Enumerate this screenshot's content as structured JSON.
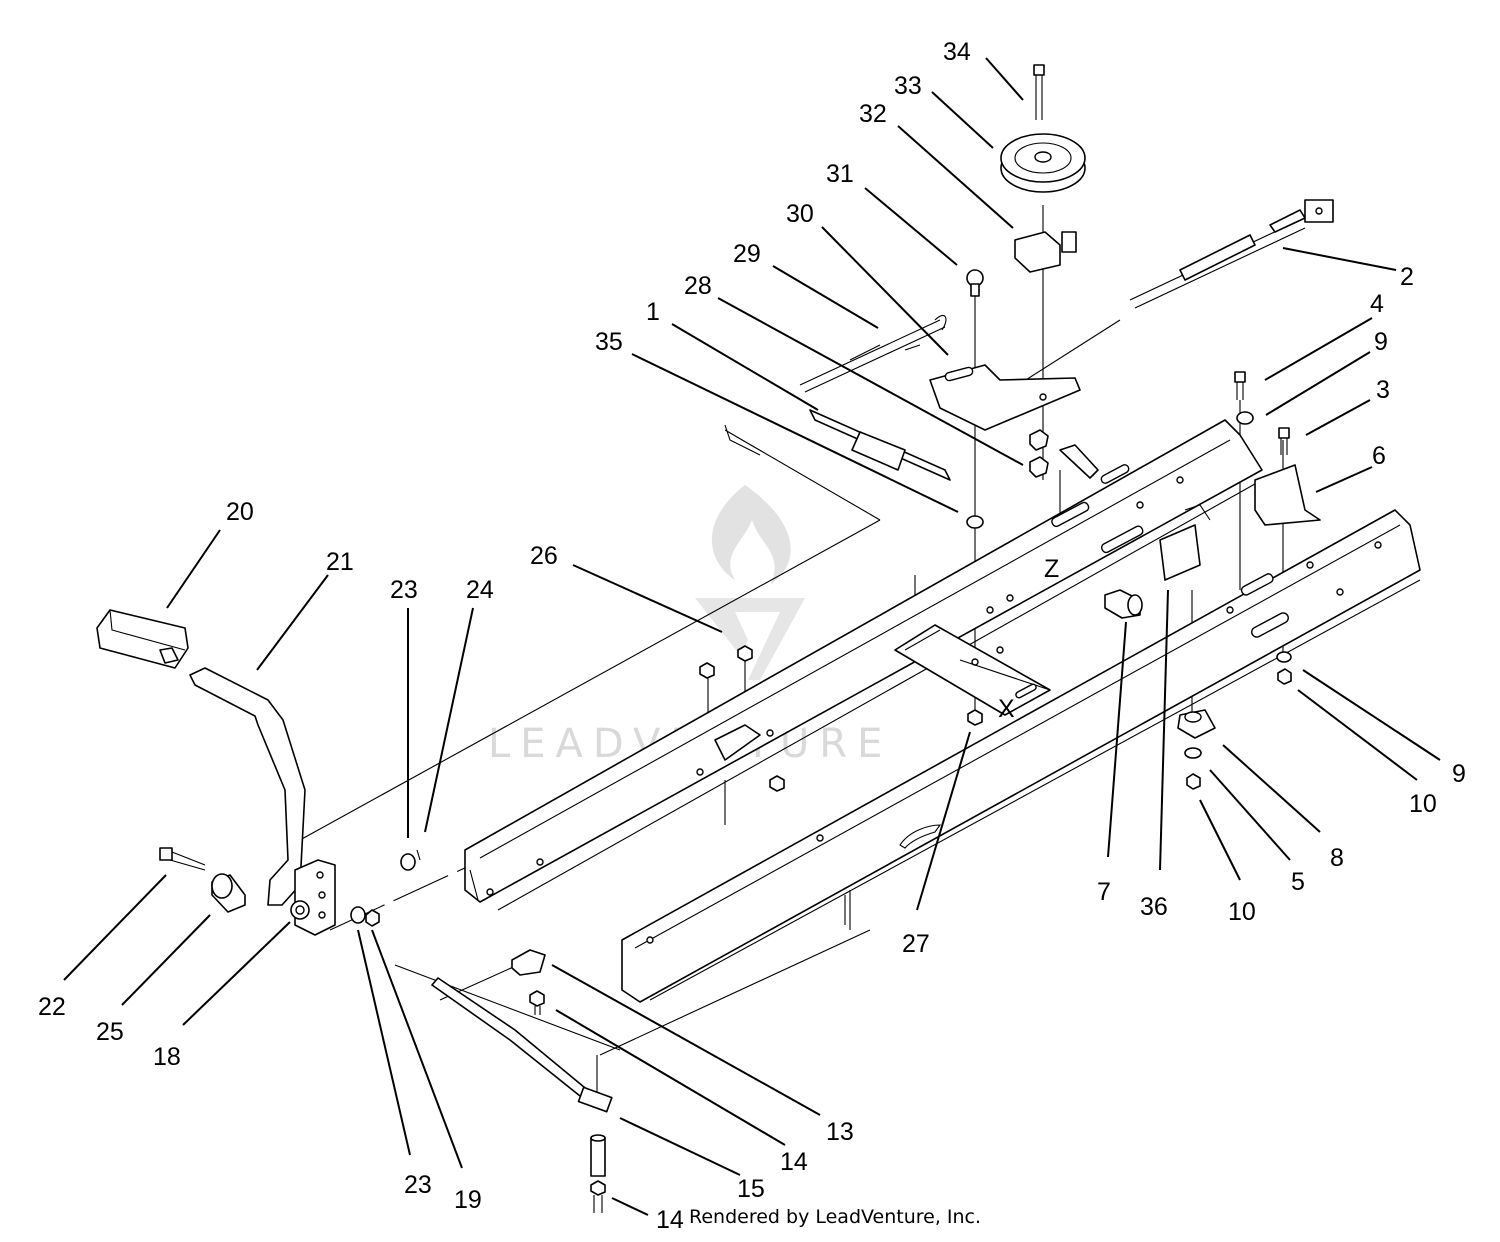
{
  "watermark": {
    "text": "LEADVENTURE",
    "logo": "flame-logo-icon"
  },
  "credit": "Rendered by LeadVenture, Inc.",
  "frame_marks": {
    "z": "Z",
    "x": "X"
  },
  "callouts": [
    {
      "id": "c34",
      "label": "34"
    },
    {
      "id": "c33",
      "label": "33"
    },
    {
      "id": "c32",
      "label": "32"
    },
    {
      "id": "c31",
      "label": "31"
    },
    {
      "id": "c30",
      "label": "30"
    },
    {
      "id": "c29",
      "label": "29"
    },
    {
      "id": "c28",
      "label": "28"
    },
    {
      "id": "c1",
      "label": "1"
    },
    {
      "id": "c35",
      "label": "35"
    },
    {
      "id": "c2",
      "label": "2"
    },
    {
      "id": "c4",
      "label": "4"
    },
    {
      "id": "c9a",
      "label": "9"
    },
    {
      "id": "c3",
      "label": "3"
    },
    {
      "id": "c6",
      "label": "6"
    },
    {
      "id": "c20",
      "label": "20"
    },
    {
      "id": "c21",
      "label": "21"
    },
    {
      "id": "c23a",
      "label": "23"
    },
    {
      "id": "c24",
      "label": "24"
    },
    {
      "id": "c26",
      "label": "26"
    },
    {
      "id": "c9b",
      "label": "9"
    },
    {
      "id": "c10a",
      "label": "10"
    },
    {
      "id": "c8",
      "label": "8"
    },
    {
      "id": "c5",
      "label": "5"
    },
    {
      "id": "c10b",
      "label": "10"
    },
    {
      "id": "c7",
      "label": "7"
    },
    {
      "id": "c36",
      "label": "36"
    },
    {
      "id": "c27",
      "label": "27"
    },
    {
      "id": "c22",
      "label": "22"
    },
    {
      "id": "c25",
      "label": "25"
    },
    {
      "id": "c18",
      "label": "18"
    },
    {
      "id": "c13",
      "label": "13"
    },
    {
      "id": "c14a",
      "label": "14"
    },
    {
      "id": "c15",
      "label": "15"
    },
    {
      "id": "c23b",
      "label": "23"
    },
    {
      "id": "c19",
      "label": "19"
    },
    {
      "id": "c14b",
      "label": "14"
    }
  ]
}
